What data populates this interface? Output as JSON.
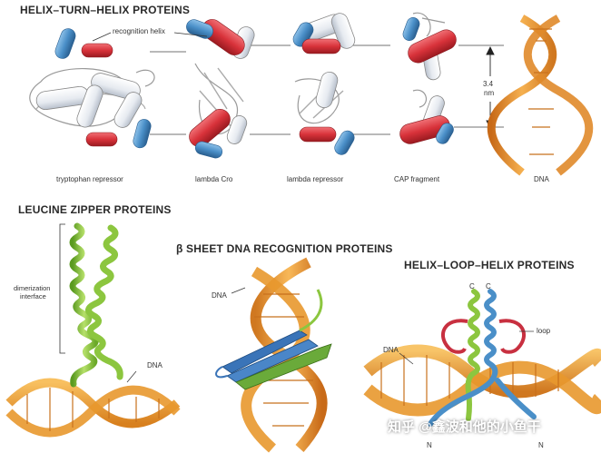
{
  "sections": {
    "htH": "HELIX–TURN–HELIX PROTEINS",
    "lz": "LEUCINE ZIPPER PROTEINS",
    "bs": "β SHEET DNA RECOGNITION PROTEINS",
    "hlh": "HELIX–LOOP–HELIX PROTEINS"
  },
  "labels": {
    "recognition_helix": "recognition helix",
    "tryptophan": "tryptophan repressor",
    "lambda_cro": "lambda Cro",
    "lambda_repressor": "lambda repressor",
    "cap": "CAP fragment",
    "dna_top": "DNA",
    "spacing_value": "3.4",
    "spacing_unit": "nm",
    "dimerization": "dimerization",
    "interface": "interface",
    "dna_lz": "DNA",
    "dna_bs": "DNA",
    "dna_hlh": "DNA",
    "loop": "loop",
    "c_left": "C",
    "c_right": "C",
    "n_left": "N",
    "n_right": "N"
  },
  "watermark": "知乎 @鑫波和他的小鱼干",
  "colors": {
    "helix_red": "#d8323a",
    "helix_blue": "#4a8fc8",
    "helix_white": "#eef1f5",
    "dna_orange": "#f0a040",
    "zipper_green": "#8cc63f",
    "sheet_blue": "#3a74b8"
  }
}
